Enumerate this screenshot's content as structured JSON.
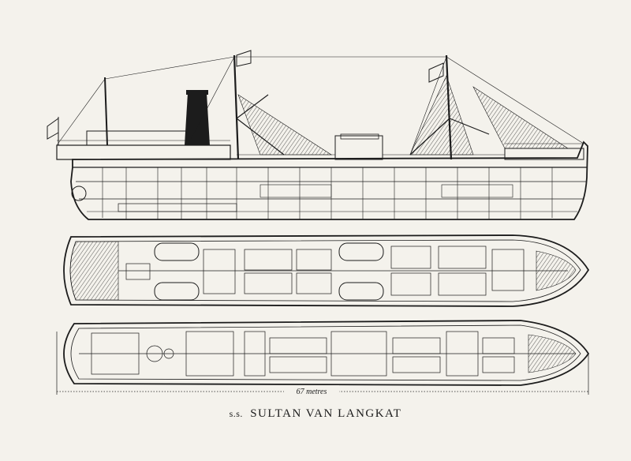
{
  "drawing": {
    "caption_prefix": "s.s.",
    "caption_name": "SULTAN VAN LANGKAT",
    "dimension_label": "67 metres",
    "views": [
      "side-elevation",
      "upper-deck-plan",
      "lower-deck-plan"
    ]
  },
  "colors": {
    "paper": "#f4f2ec",
    "ink": "#1c1c1c"
  }
}
